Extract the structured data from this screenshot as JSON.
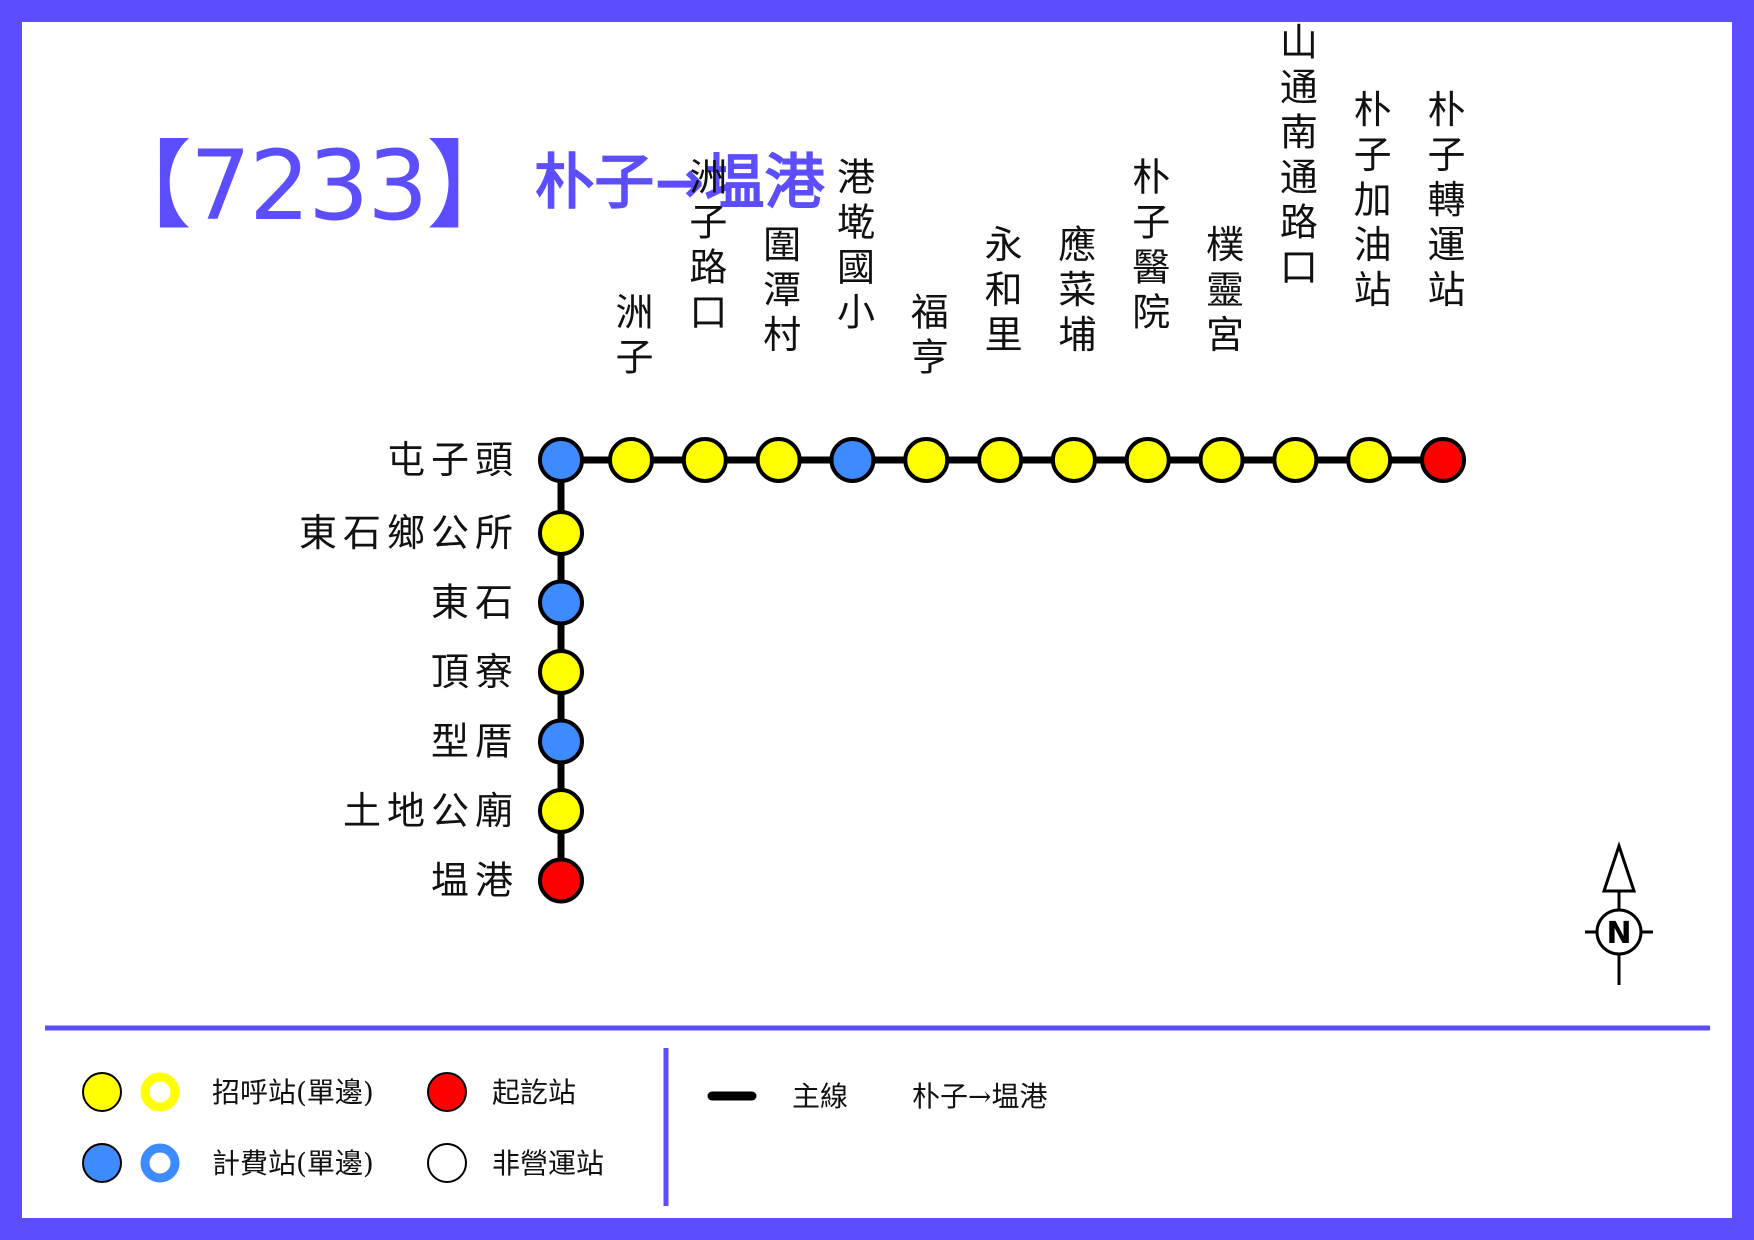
{
  "title": {
    "route_number": "【7233】",
    "direction": "朴子→塭港"
  },
  "colors": {
    "accent": "#5c4dff",
    "flag_stop": "#ffff00",
    "fare_stop": "#3d8bff",
    "terminal": "#ff0000",
    "line": "#000000"
  },
  "stations": {
    "horizontal": [
      {
        "name": "朴子轉運站",
        "type": "terminal"
      },
      {
        "name": "朴子加油站",
        "type": "flag"
      },
      {
        "name": "山通南通路口",
        "type": "flag"
      },
      {
        "name": "樸靈宮",
        "type": "flag"
      },
      {
        "name": "朴子醫院",
        "type": "flag"
      },
      {
        "name": "應菜埔",
        "type": "flag"
      },
      {
        "name": "永和里",
        "type": "flag"
      },
      {
        "name": "福亨",
        "type": "flag"
      },
      {
        "name": "港墘國小",
        "type": "fare"
      },
      {
        "name": "圍潭村",
        "type": "flag"
      },
      {
        "name": "洲子路口",
        "type": "flag"
      },
      {
        "name": "洲子",
        "type": "flag"
      }
    ],
    "corner": {
      "name": "屯子頭",
      "type": "fare"
    },
    "vertical": [
      {
        "name": "東石鄉公所",
        "type": "flag"
      },
      {
        "name": "東石",
        "type": "fare"
      },
      {
        "name": "頂寮",
        "type": "flag"
      },
      {
        "name": "型厝",
        "type": "fare"
      },
      {
        "name": "土地公廟",
        "type": "flag"
      },
      {
        "name": "塭港",
        "type": "terminal"
      }
    ]
  },
  "compass": {
    "label": "N"
  },
  "legend": {
    "flag_stop": "招呼站(單邊)",
    "fare_stop": "計費站(單邊)",
    "terminal": "起訖站",
    "non_operating": "非營運站",
    "main_line": "主線",
    "main_line_route": "朴子→塭港"
  }
}
